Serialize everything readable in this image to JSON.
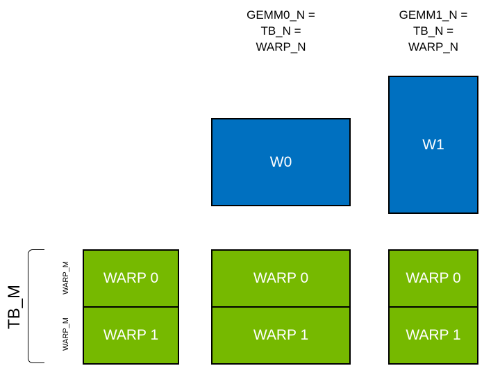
{
  "colors": {
    "warp_tile_blue": "#0070C0",
    "nvidia_green": "#76B900",
    "box_border": "#000000",
    "box_label_text": "#FFFFFF",
    "annotation_text": "#000000",
    "background": "#FFFFFF"
  },
  "headers": [
    {
      "lines": [
        "GEMM0_N =",
        "TB_N =",
        "WARP_N"
      ]
    },
    {
      "lines": [
        "GEMM1_N =",
        "TB_N =",
        "WARP_N"
      ]
    }
  ],
  "accumulator_tiles": {
    "w0": "W0",
    "w1": "W1"
  },
  "left_axis": {
    "tb_m": "TB_M",
    "warp_m_top": "WARP_M",
    "warp_m_bottom": "WARP_M"
  },
  "thread_block_columns": [
    {
      "cells": [
        "WARP 0",
        "WARP 1"
      ]
    },
    {
      "cells": [
        "WARP 0",
        "WARP 1"
      ]
    },
    {
      "cells": [
        "WARP 0",
        "WARP 1"
      ]
    }
  ]
}
